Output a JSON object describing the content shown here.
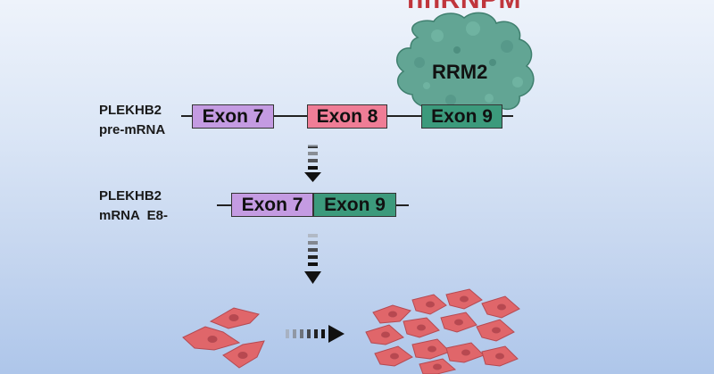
{
  "title": "hnRNPM",
  "protein_domain": "RRM2",
  "pre_mrna": {
    "label_line1": "PLEKHB2",
    "label_line2": "pre-mRNA",
    "exons": [
      "Exon 7",
      "Exon 8",
      "Exon 9"
    ]
  },
  "mrna": {
    "label_line1": "PLEKHB2",
    "label_line2": "mRNA  E8-",
    "exons": [
      "Exon 7",
      "Exon 9"
    ]
  },
  "colors": {
    "title": "#c0353c",
    "exon7": "#c49be2",
    "exon8": "#ef7d96",
    "exon9": "#3c9a7c",
    "protein": "#62a594",
    "cells": "#e0666a"
  }
}
